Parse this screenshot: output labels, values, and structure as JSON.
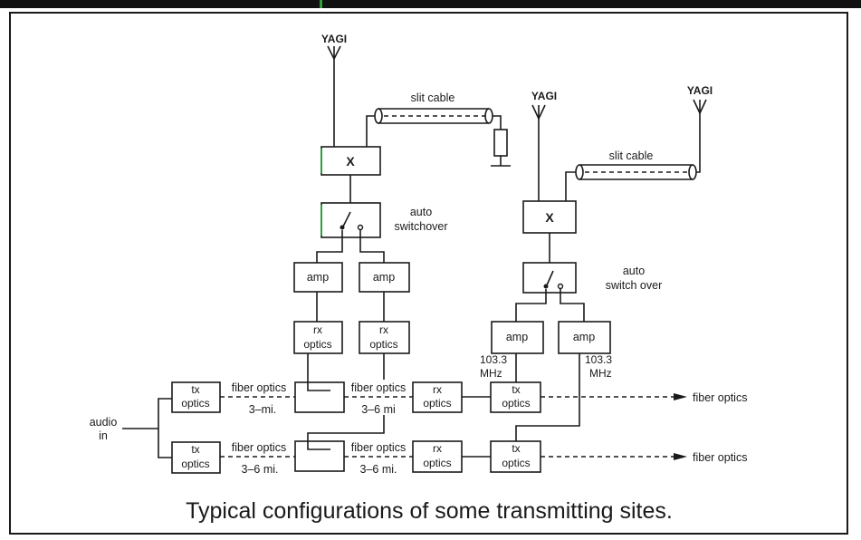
{
  "caption": "Typical configurations of some transmitting sites.",
  "left_site": {
    "antenna_label": "YAGI",
    "cable_label": "slit cable",
    "combiner_label": "X",
    "switch_label": [
      "auto",
      "switchover"
    ],
    "amps": [
      "amp",
      "amp"
    ],
    "rx_optics": [
      [
        "rx",
        "optics"
      ],
      [
        "rx",
        "optics"
      ]
    ]
  },
  "right_site": {
    "antenna_labels": [
      "YAGI",
      "YAGI"
    ],
    "cable_label": "slit cable",
    "combiner_label": "X",
    "switch_label": [
      "auto",
      "switch over"
    ],
    "amps": [
      "amp",
      "amp"
    ],
    "frequencies": [
      [
        "103.3",
        "MHz"
      ],
      [
        "103.3",
        "MHz"
      ]
    ]
  },
  "audio_input": [
    "audio",
    "in"
  ],
  "links": [
    {
      "tx": [
        "tx",
        "optics"
      ],
      "hop1": [
        "fiber optics",
        "3–mi."
      ],
      "hop2": [
        "fiber optics",
        "3–6 mi"
      ],
      "rx": [
        "rx",
        "optics"
      ],
      "tx_out": [
        "tx",
        "optics"
      ],
      "output": "fiber optics"
    },
    {
      "tx": [
        "tx",
        "optics"
      ],
      "hop1": [
        "fiber optics",
        "3–6 mi."
      ],
      "hop2": [
        "fiber optics",
        "3–6 mi."
      ],
      "rx": [
        "rx",
        "optics"
      ],
      "tx_out": [
        "tx",
        "optics"
      ],
      "output": "fiber optics"
    }
  ]
}
